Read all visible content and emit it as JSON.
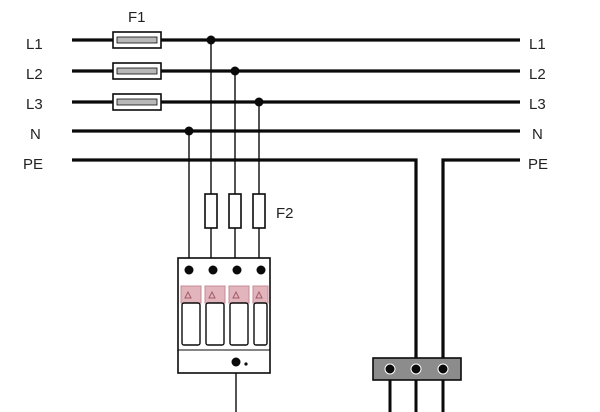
{
  "fuse_groups": {
    "line_fuses": "F1",
    "spd_fuses": "F2"
  },
  "conductors_left": [
    "L1",
    "L2",
    "L3",
    "N",
    "PE"
  ],
  "conductors_right": [
    "L1",
    "L2",
    "L3",
    "N",
    "PE"
  ],
  "colors": {
    "wire": "#0a0a0a",
    "fuse_fill": "#ffffff",
    "fuse_inner": "#b8b8b8",
    "spd_window": "#e2b4bc",
    "spd_window_stroke": "#c48c97",
    "terminal_bar": "#8c8c8c",
    "label": "#222222"
  }
}
